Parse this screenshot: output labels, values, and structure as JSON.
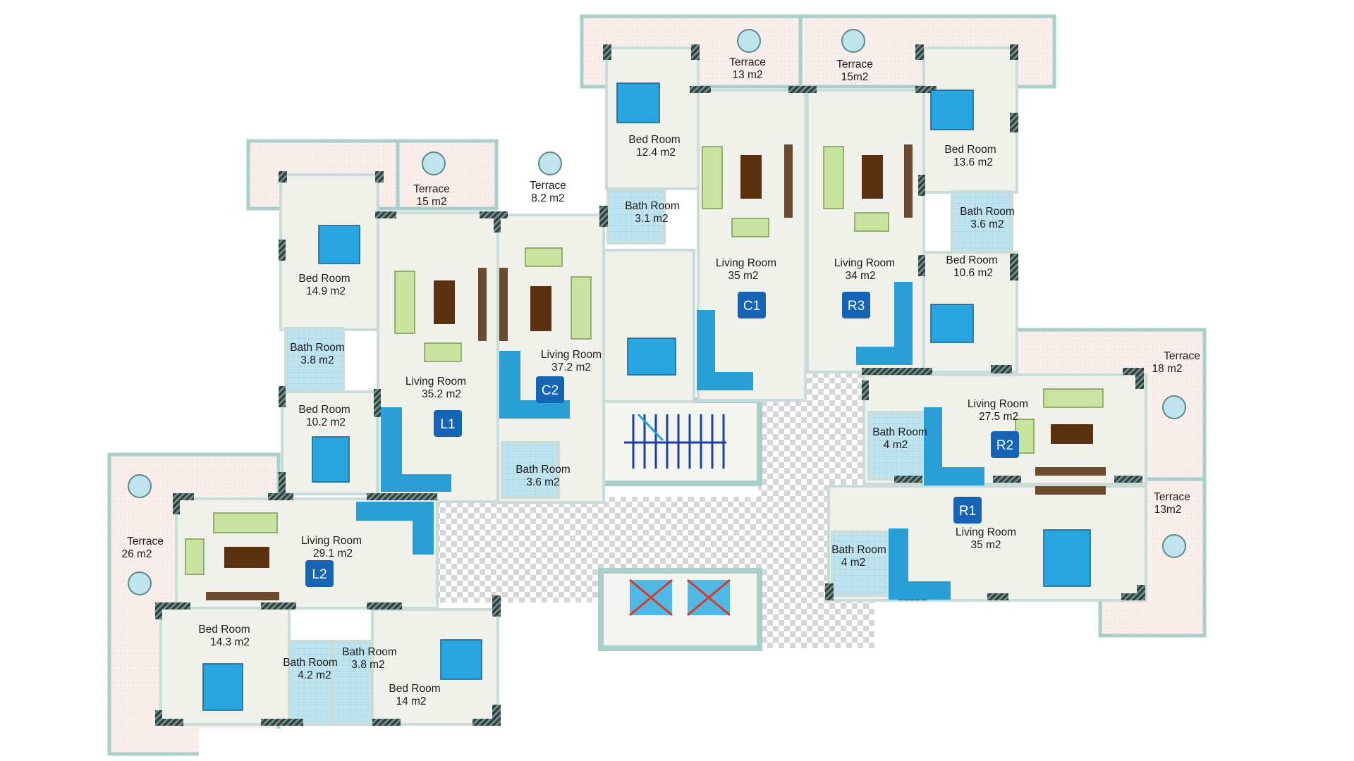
{
  "colors": {
    "floor": "#f1f1ec",
    "wall": "#c9dcd7",
    "terrace": "#f7ebe8",
    "terrace_border": "#a8cfca",
    "bath_tile": "#bfe3ef",
    "unit_badge": "#1565b4",
    "appliance": "#2a9fd6",
    "bed": "#27a6e0",
    "sofa": "#c9e3a1",
    "table": "#5a3210",
    "corridor_a": "#ffffff",
    "corridor_b": "#d6d6d6"
  },
  "units": [
    {
      "code": "L1"
    },
    {
      "code": "L2"
    },
    {
      "code": "C1"
    },
    {
      "code": "C2"
    },
    {
      "code": "R1"
    },
    {
      "code": "R2"
    },
    {
      "code": "R3"
    }
  ],
  "rooms": [
    {
      "id": "terrace-l1",
      "name": "Terrace",
      "area": "15 m2"
    },
    {
      "id": "terrace-c2",
      "name": "Terrace",
      "area": "8.2 m2"
    },
    {
      "id": "terrace-c1",
      "name": "Terrace",
      "area": "13 m2"
    },
    {
      "id": "terrace-r3",
      "name": "Terrace",
      "area": "15m2"
    },
    {
      "id": "terrace-r2",
      "name": "Terrace",
      "area": "18 m2"
    },
    {
      "id": "terrace-r1",
      "name": "Terrace",
      "area": "13m2"
    },
    {
      "id": "terrace-l2",
      "name": "Terrace",
      "area": "26 m2"
    },
    {
      "id": "bedroom-l1-a",
      "name": "Bed Room",
      "area": "14.9 m2"
    },
    {
      "id": "bathroom-l1",
      "name": "Bath Room",
      "area": "3.8 m2"
    },
    {
      "id": "bedroom-l1-b",
      "name": "Bed Room",
      "area": "10.2 m2"
    },
    {
      "id": "living-l1",
      "name": "Living Room",
      "area": "35.2 m2"
    },
    {
      "id": "living-c2",
      "name": "Living Room",
      "area": "37.2 m2"
    },
    {
      "id": "bathroom-c2",
      "name": "Bath Room",
      "area": "3.6 m2"
    },
    {
      "id": "bedroom-c1",
      "name": "Bed Room",
      "area": "12.4 m2"
    },
    {
      "id": "bathroom-c1",
      "name": "Bath Room",
      "area": "3.1 m2"
    },
    {
      "id": "living-c1",
      "name": "Living Room",
      "area": "35  m2"
    },
    {
      "id": "living-r3",
      "name": "Living Room",
      "area": "34  m2"
    },
    {
      "id": "bedroom-r3-a",
      "name": "Bed Room",
      "area": "13.6 m2"
    },
    {
      "id": "bathroom-r3",
      "name": "Bath Room",
      "area": "3.6 m2"
    },
    {
      "id": "bedroom-r3-b",
      "name": "Bed Room",
      "area": "10.6 m2"
    },
    {
      "id": "living-r2",
      "name": "Living Room",
      "area": "27.5 m2"
    },
    {
      "id": "bathroom-r2",
      "name": "Bath Room",
      "area": "4 m2"
    },
    {
      "id": "living-r1",
      "name": "Living Room",
      "area": "35  m2"
    },
    {
      "id": "bathroom-r1",
      "name": "Bath Room",
      "area": "4 m2"
    },
    {
      "id": "living-l2",
      "name": "Living Room",
      "area": "29.1 m2"
    },
    {
      "id": "bedroom-l2-a",
      "name": "Bed Room",
      "area": "14.3 m2"
    },
    {
      "id": "bathroom-l2-a",
      "name": "Bath Room",
      "area": "4.2 m2"
    },
    {
      "id": "bathroom-l2-b",
      "name": "Bath Room",
      "area": "3.8 m2"
    },
    {
      "id": "bedroom-l2-b",
      "name": "Bed Room",
      "area": "14 m2"
    }
  ]
}
